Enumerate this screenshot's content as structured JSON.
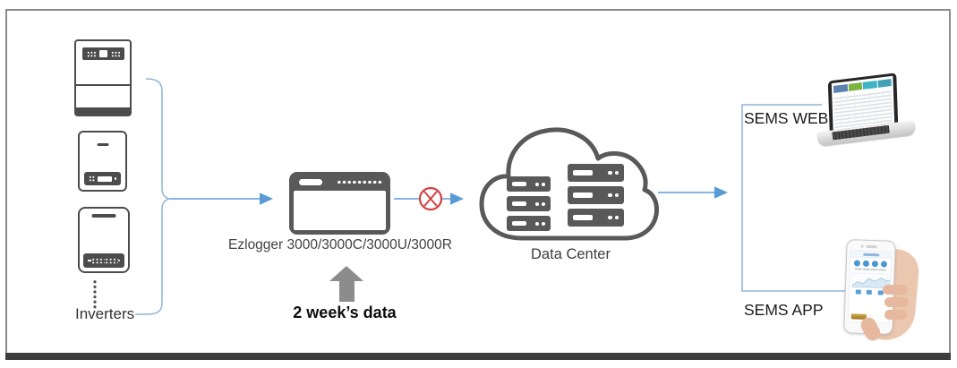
{
  "diagram": {
    "nodes": {
      "inverters": {
        "label": "Inverters"
      },
      "ezlogger": {
        "label": "Ezlogger 3000/3000C/3000U/3000R"
      },
      "data_center": {
        "label": "Data Center"
      },
      "sems_web": {
        "label": "SEMS WEB"
      },
      "sems_app": {
        "label": "SEMS APP"
      }
    },
    "annotation": {
      "label": "2 week’s data"
    },
    "edges": [
      {
        "from": "Inverters",
        "to": "Ezlogger 3000/3000C/3000U/3000R",
        "type": "arrow"
      },
      {
        "from": "Ezlogger 3000/3000C/3000U/3000R",
        "to": "Data Center",
        "type": "arrow-blocked"
      },
      {
        "from": "Data Center",
        "to": "SEMS WEB",
        "type": "line"
      },
      {
        "from": "Data Center",
        "to": "SEMS APP",
        "type": "line"
      }
    ],
    "icons": {
      "inverters": "inverter-devices-icon",
      "ezlogger": "datalogger-icon",
      "data_center": "cloud-servers-icon",
      "sems_web": "laptop-icon",
      "sems_app": "smartphone-in-hand-icon",
      "blocked": "blocked-x-icon",
      "note": "up-arrow-icon"
    },
    "colors": {
      "connector_blue": "#5b9bd5",
      "brace_blue": "#8fb4d9",
      "icon_gray": "#595959",
      "blocked_red": "#d14141",
      "note_arrow_gray": "#8c8c8c",
      "frame_border_gray": "#8c8c8c",
      "bottom_bar_dark": "#3d3d3d"
    }
  }
}
